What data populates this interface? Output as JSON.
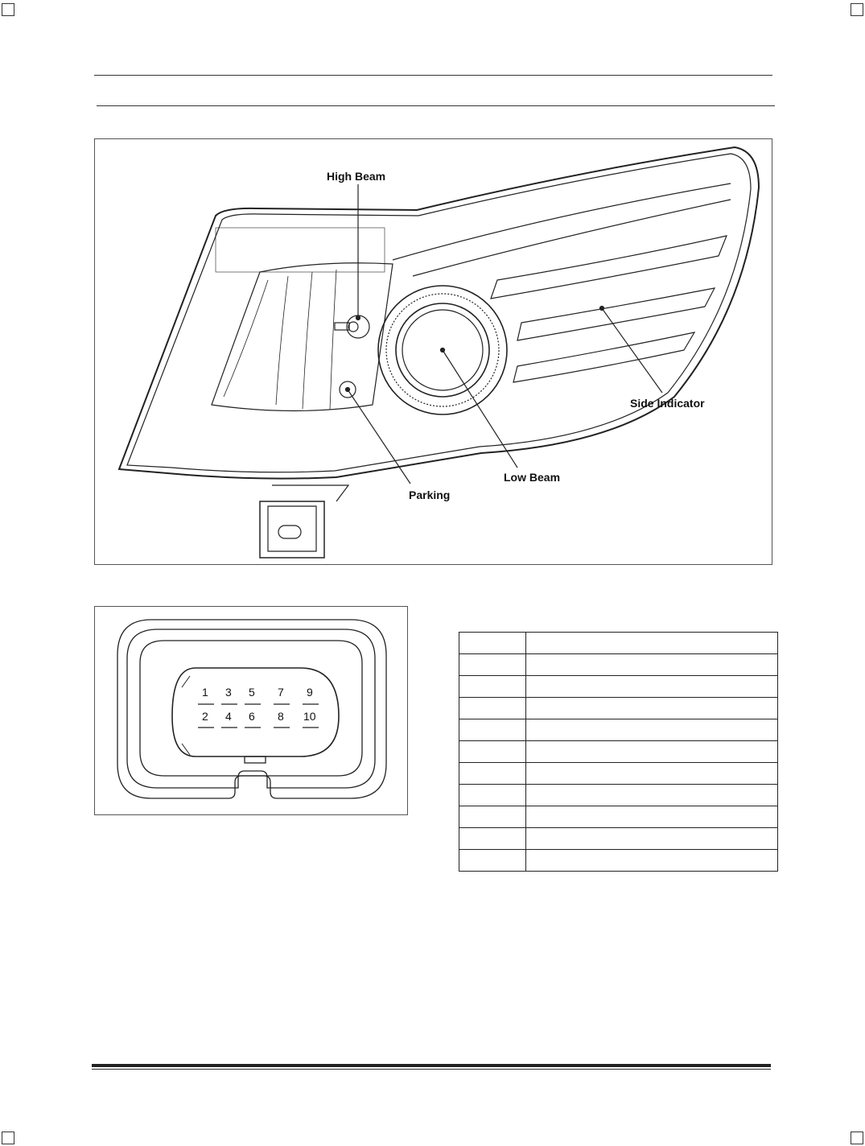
{
  "headlamp_figure": {
    "callouts": {
      "high_beam": "High Beam",
      "side_indicator": "Side Indicator",
      "low_beam": "Low Beam",
      "parking": "Parking"
    }
  },
  "connector_figure": {
    "pins_top": [
      "1",
      "3",
      "5",
      "7",
      "9"
    ],
    "pins_bottom": [
      "2",
      "4",
      "6",
      "8",
      "10"
    ]
  },
  "pin_table": {
    "rows": [
      [
        "",
        ""
      ],
      [
        "",
        ""
      ],
      [
        "",
        ""
      ],
      [
        "",
        ""
      ],
      [
        "",
        ""
      ],
      [
        "",
        ""
      ],
      [
        "",
        ""
      ],
      [
        "",
        ""
      ],
      [
        "",
        ""
      ],
      [
        "",
        ""
      ],
      [
        "",
        ""
      ]
    ]
  }
}
